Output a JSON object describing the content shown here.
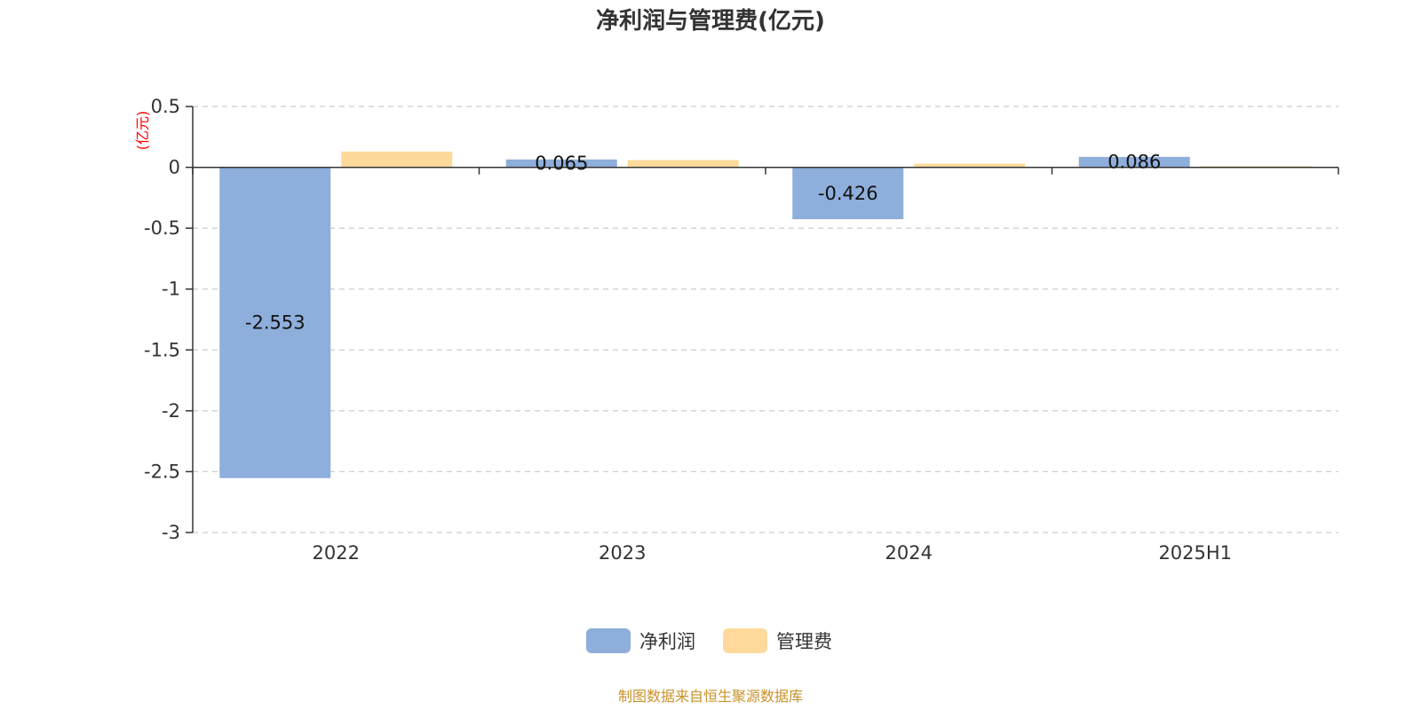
{
  "chart_data": {
    "type": "bar",
    "title": "净利润与管理费(亿元)",
    "ylabel": "(亿元)",
    "categories": [
      "2022",
      "2023",
      "2024",
      "2025H1"
    ],
    "series": [
      {
        "name": "净利润",
        "values": [
          -2.553,
          0.065,
          -0.426,
          0.086
        ],
        "labels": [
          "-2.553",
          "0.065",
          "-0.426",
          "0.086"
        ],
        "color": "#8EAEDB"
      },
      {
        "name": "管理费",
        "values": [
          0.13,
          0.06,
          0.03,
          0.01
        ],
        "color": "#FDDA9B"
      }
    ],
    "ylim": [
      -3,
      0.5
    ],
    "yticks": [
      "0.5",
      "0",
      "-0.5",
      "-1",
      "-1.5",
      "-2",
      "-2.5",
      "-3"
    ],
    "grid": true,
    "legend_position": "bottom"
  },
  "colors": {
    "axis": "#333333",
    "grid": "#cccccc",
    "ylabel": "#ff0000",
    "source": "#c8922a"
  },
  "source_note": "制图数据来自恒生聚源数据库"
}
